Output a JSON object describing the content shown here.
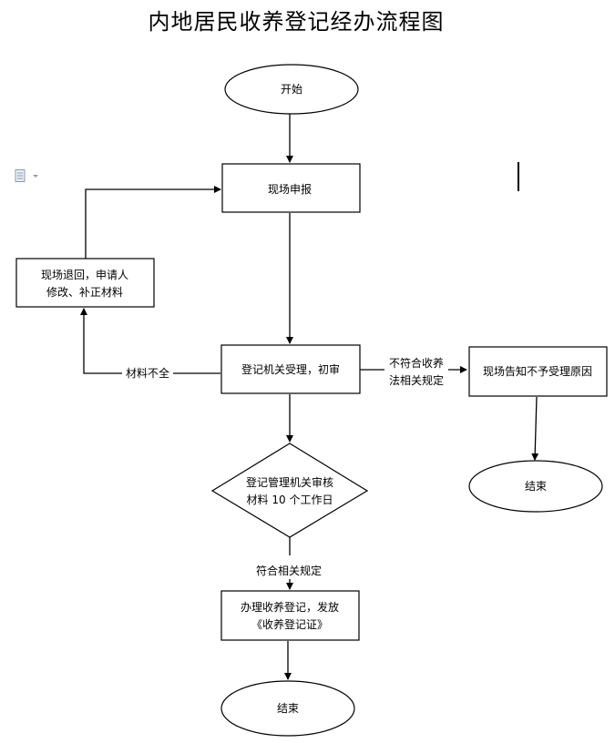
{
  "title": "内地居民收养登记经办流程图",
  "nodes": {
    "start": "开始",
    "apply": "现场申报",
    "return_line1": "现场退回，申请人",
    "return_line2": "修改、补正材料",
    "review": "登记机关受理，初审",
    "reject": "现场告知不予受理原因",
    "end_right": "结束",
    "audit_line1": "登记管理机关审核",
    "audit_line2": "材料 10 个工作日",
    "issue_line1": "办理收养登记，发放",
    "issue_line2": "《收养登记证》",
    "end_bottom": "结束"
  },
  "edges": {
    "incomplete": "材料不全",
    "not_comply_line1": "不符合收养",
    "not_comply_line2": "法相关规定",
    "comply": "符合相关规定"
  },
  "icons": {
    "doc": "document-icon"
  }
}
